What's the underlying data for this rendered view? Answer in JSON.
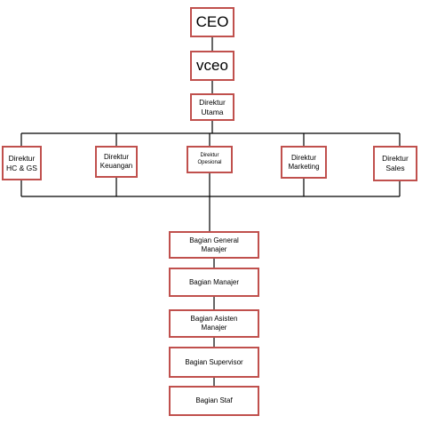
{
  "chart": {
    "ceo": "CEO",
    "vceo": "vceo",
    "direktur_utama": "Direktur\nUtama",
    "directors": [
      "Direktur\nHC & GS",
      "Direktur\nKeuangan",
      "Direktur\nOpesional",
      "Direktur\nMarketing",
      "Direktur\nSales"
    ],
    "bagian": [
      "Bagian General\nManajer",
      "Bagian Manajer",
      "Bagian Asisten\nManajer",
      "Bagian Supervisor",
      "Bagian Staf"
    ]
  },
  "colors": {
    "box_border": "#c0504d",
    "connector": "#000000"
  }
}
